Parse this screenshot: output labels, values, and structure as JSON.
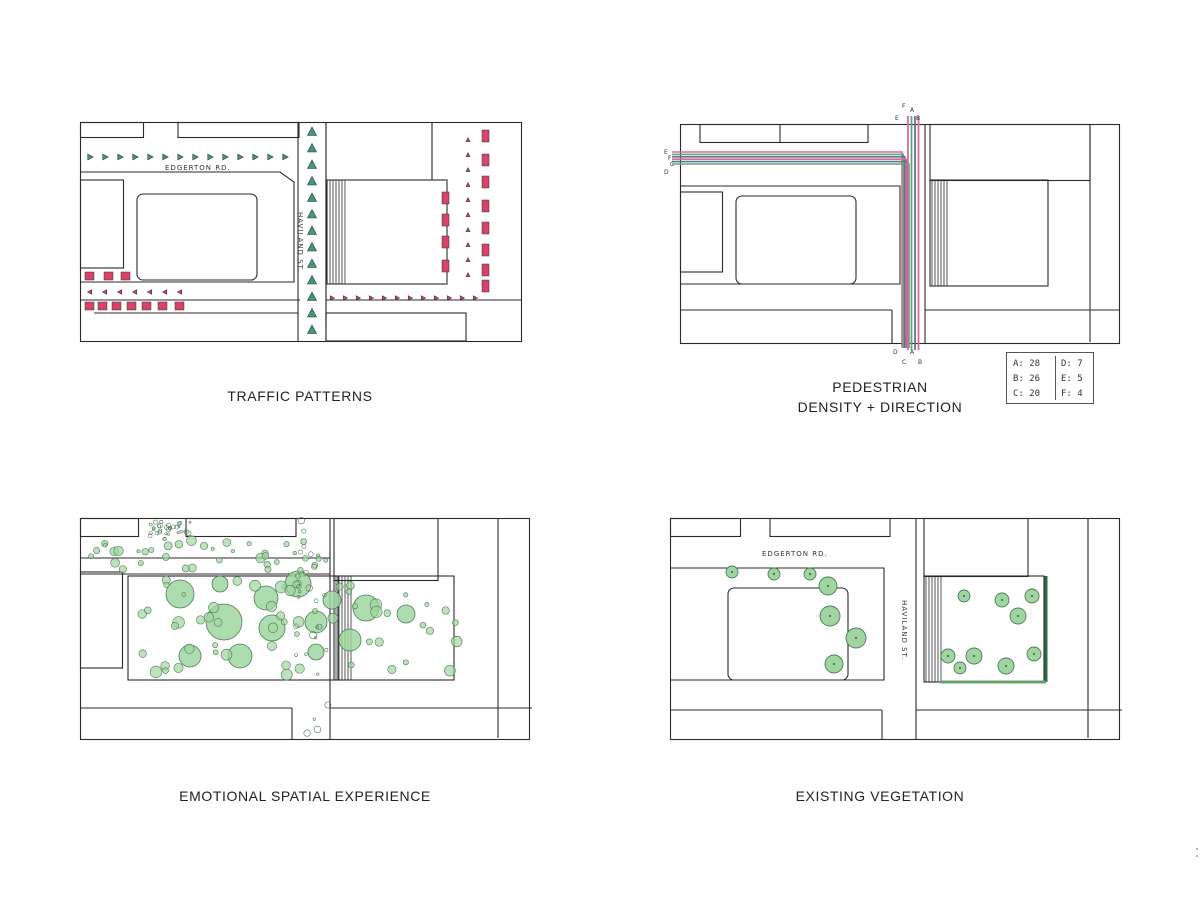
{
  "panels": {
    "traffic": {
      "caption": "TRAFFIC PATTERNS",
      "street_horizontal": "EDGERTON RD.",
      "street_vertical": "HAVILAND ST."
    },
    "pedestrian": {
      "caption_line1": "PEDESTRIAN",
      "caption_line2": "DENSITY + DIRECTION",
      "legend": [
        {
          "key": "A",
          "value": "28"
        },
        {
          "key": "B",
          "value": "26"
        },
        {
          "key": "C",
          "value": "20"
        },
        {
          "key": "D",
          "value": "7"
        },
        {
          "key": "E",
          "value": "5"
        },
        {
          "key": "F",
          "value": "4"
        }
      ],
      "path_letters": [
        "F",
        "A",
        "E",
        "B",
        "E",
        "F",
        "C",
        "D",
        "D",
        "A",
        "C",
        "B"
      ]
    },
    "emotional": {
      "caption": "EMOTIONAL SPATIAL EXPERIENCE"
    },
    "vegetation": {
      "caption": "EXISTING VEGETATION",
      "street_horizontal": "EDGERTON RD.",
      "street_vertical": "HAVILAND ST."
    }
  },
  "colors": {
    "ink": "#2a2a2a",
    "vehicle_green": "#3e9a72",
    "vehicle_pink": "#d8436a",
    "tree_green": "#9fd6a0",
    "tree_outline": "#4f7a57",
    "ped_pink": "#d86aa0",
    "ped_green": "#5aa77a",
    "ped_slate": "#5d7688"
  },
  "legend": {
    "format": "{key}: {value}"
  }
}
